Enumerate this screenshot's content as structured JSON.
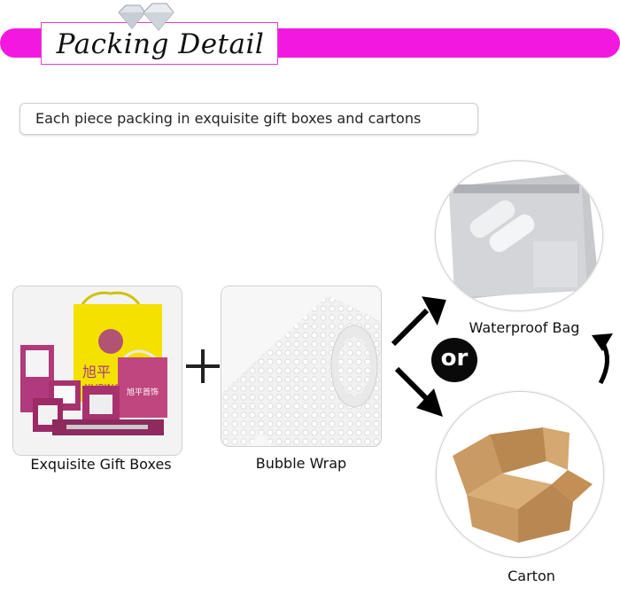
{
  "header": {
    "title": "Packing Detail"
  },
  "caption": {
    "text": "Each piece packing in exquisite gift boxes and cartons"
  },
  "items": {
    "gift_boxes": {
      "label": "Exquisite Gift Boxes",
      "brand_text": "旭平",
      "bag_text": "XUPING"
    },
    "bubble_wrap": {
      "label": "Bubble Wrap"
    },
    "waterproof_bag": {
      "label": "Waterproof Bag"
    },
    "carton": {
      "label": "Carton"
    }
  },
  "connector": {
    "or_text": "or"
  },
  "colors": {
    "banner": "#f218e0",
    "gift_bag": "#f5e100",
    "gift_box": "#b03a7c",
    "carton": "#c99a63"
  }
}
